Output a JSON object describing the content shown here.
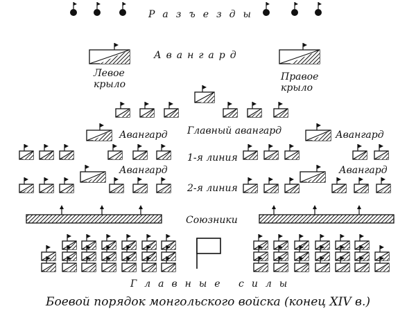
{
  "diagram": {
    "caption": "Боевой порядок монгольского войска (конец XIV в.)",
    "labels": {
      "scouts": "Разъезды",
      "vanguard_top": "Авангард",
      "left_wing": [
        "Левое",
        "крыло"
      ],
      "right_wing": [
        "Правое",
        "крыло"
      ],
      "main_vanguard": "Главный авангард",
      "vanguard_left_1": "Авангард",
      "vanguard_right_1": "Авангард",
      "line_1": "1-я линия",
      "vanguard_left_2": "Авангард",
      "vanguard_right_2": "Авангард",
      "line_2": "2-я линия",
      "allies": "Союзники",
      "main_forces": "Главные силы"
    },
    "symbols": {
      "scout": "scout-marker-icon",
      "unit": "flagged-unit-icon",
      "standard": "crescent-banner-icon"
    }
  }
}
